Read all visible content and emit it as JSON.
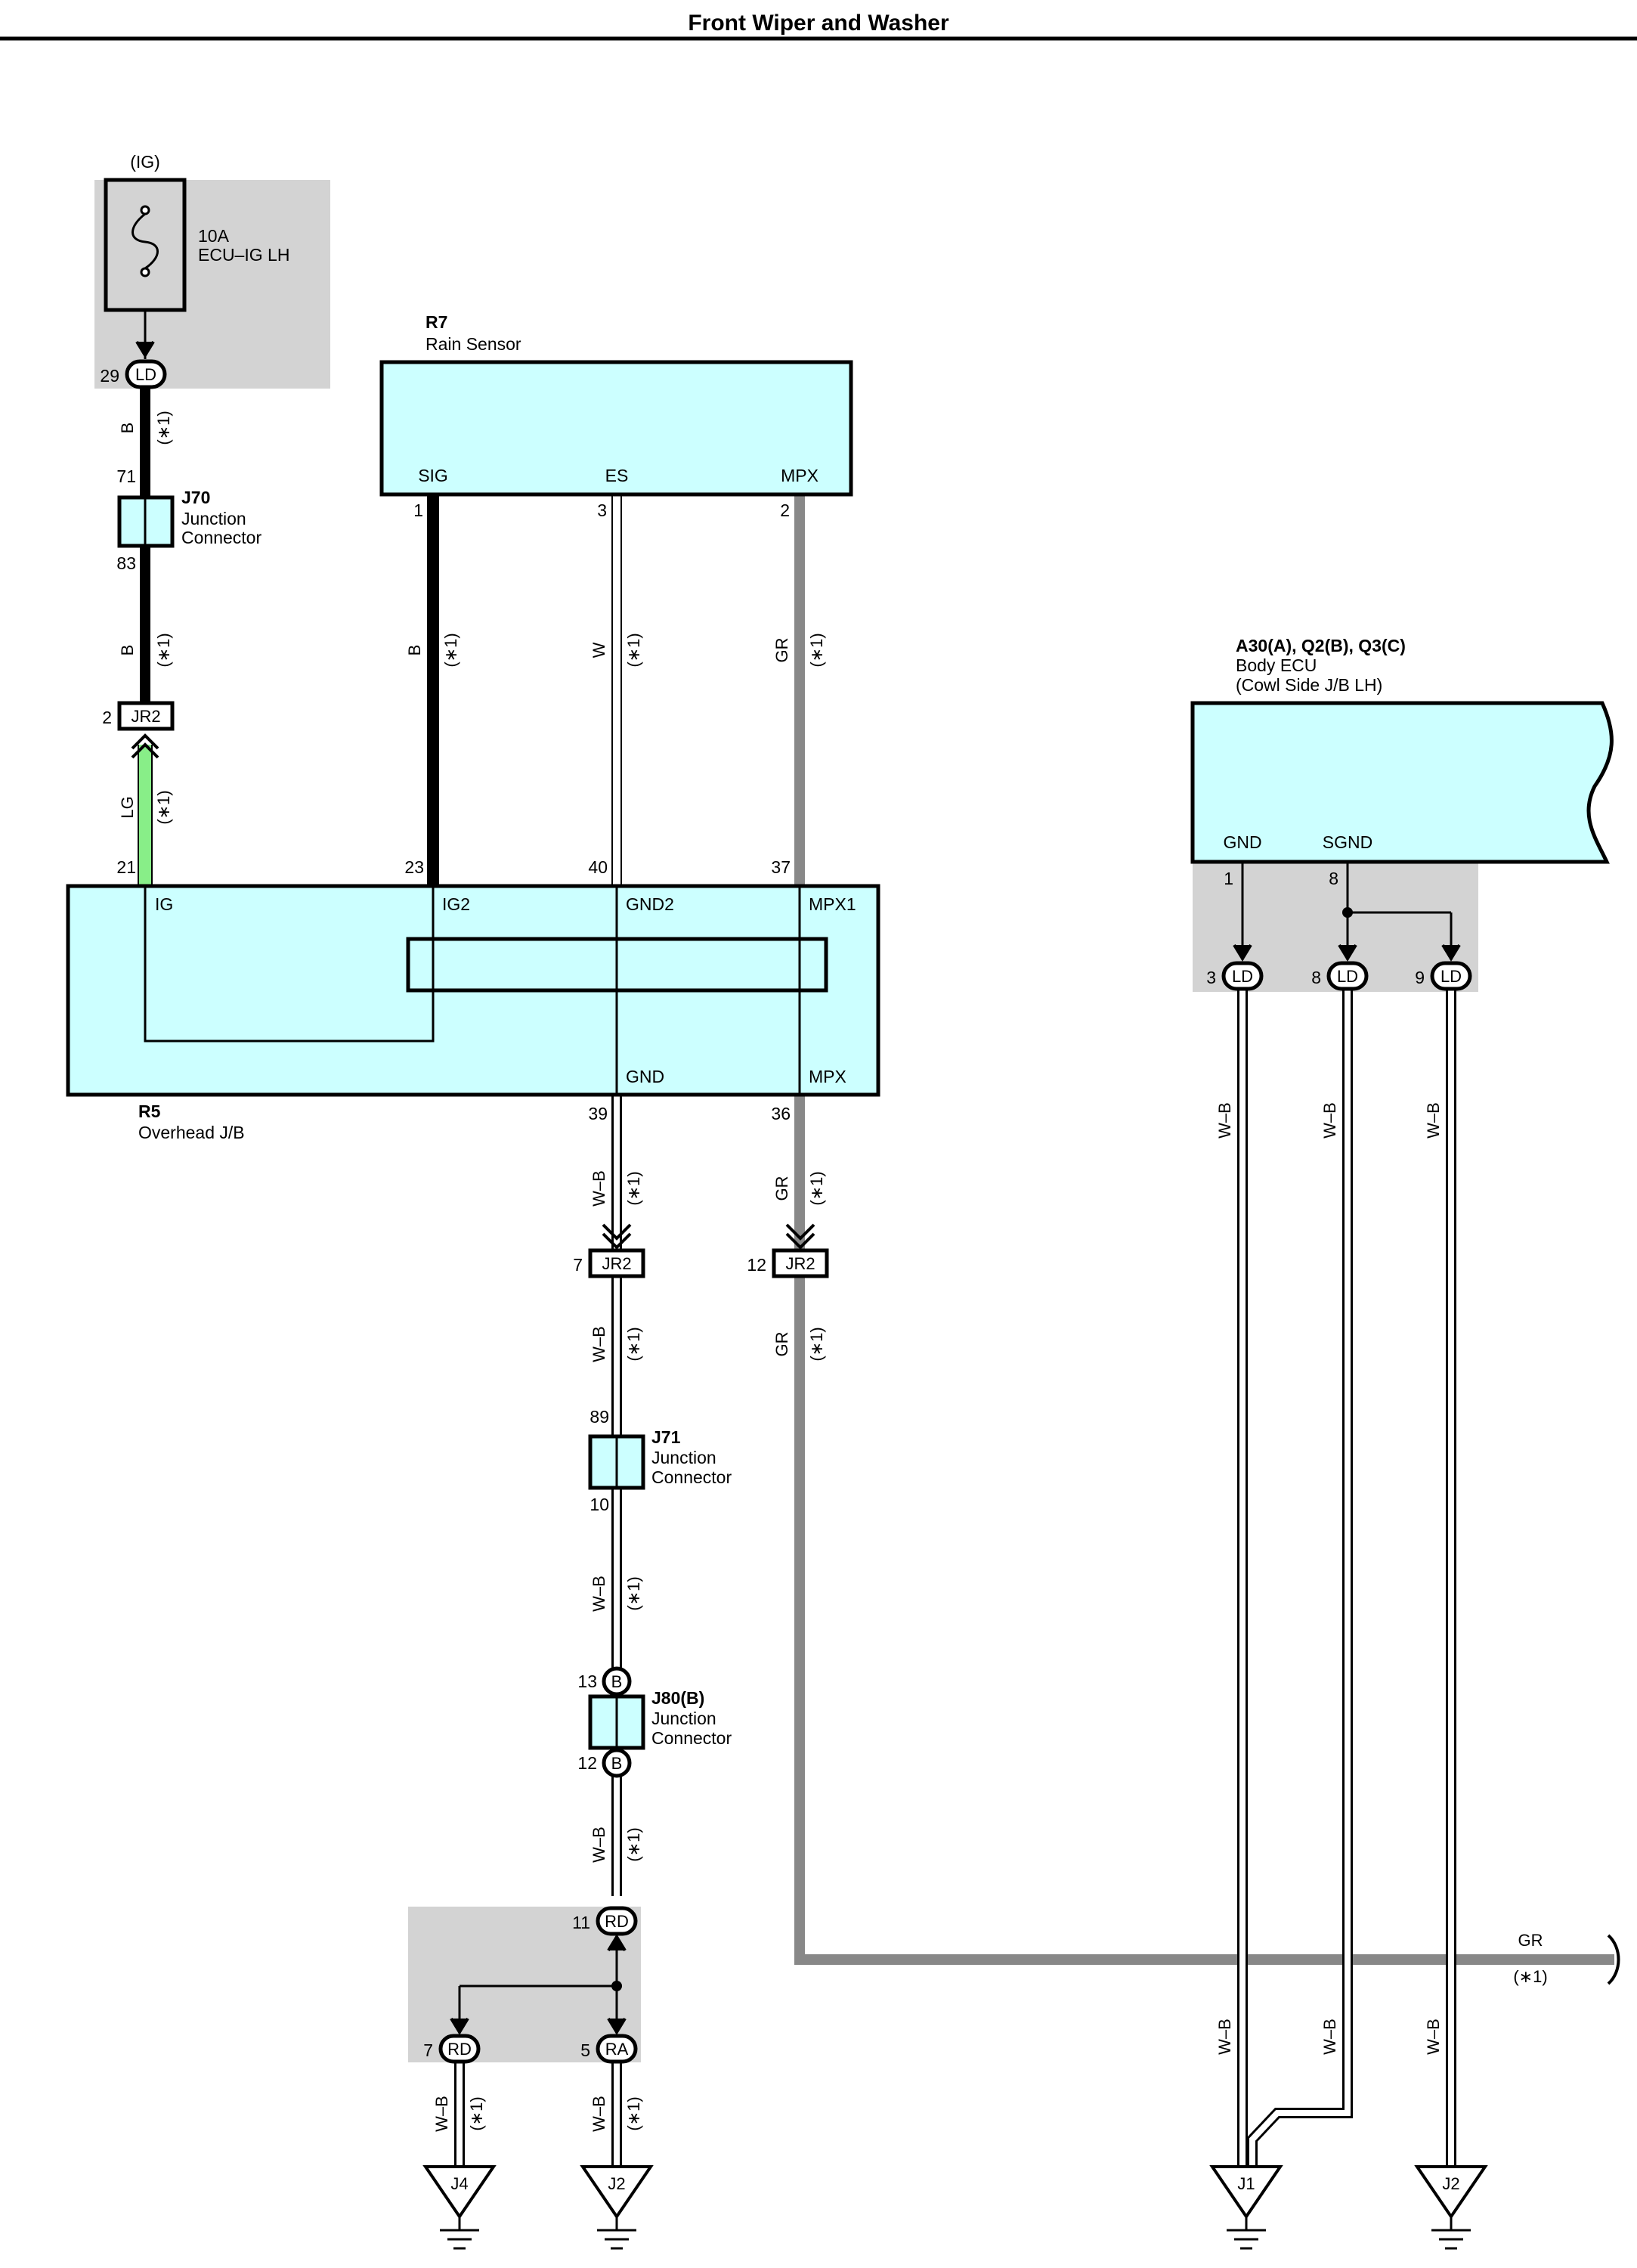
{
  "title": "Front Wiper and Washer",
  "colors": {
    "component_fill": "#ccffff",
    "shade": "#d3d3d3",
    "lg_wire": "#88ee88",
    "gr_wire": "#888888",
    "black_wire": "#000000"
  },
  "fuse": {
    "source": "(IG)",
    "rating": "10A",
    "name": "ECU–IG LH"
  },
  "r7": {
    "code": "R7",
    "name": "Rain Sensor",
    "pins": {
      "sig": "SIG",
      "es": "ES",
      "mpx": "MPX"
    },
    "pin_no": {
      "sig": "1",
      "es": "3",
      "mpx": "2"
    }
  },
  "r5": {
    "code": "R5",
    "name": "Overhead J/B",
    "pins": {
      "ig": "IG",
      "ig2": "IG2",
      "gnd2": "GND2",
      "mpx1": "MPX1",
      "gnd": "GND",
      "mpx": "MPX"
    },
    "pin_no": {
      "ig": "21",
      "ig2": "23",
      "gnd2": "40",
      "mpx1": "37",
      "gnd": "39",
      "mpx": "36"
    }
  },
  "ecu": {
    "code": "A30(A), Q2(B), Q3(C)",
    "name": "Body ECU",
    "sub": "(Cowl Side J/B LH)",
    "pins": {
      "gnd": "GND",
      "sgnd": "SGND"
    },
    "pin_no": {
      "gnd": "1",
      "sgnd": "8"
    }
  },
  "j70": {
    "code": "J70",
    "l1": "Junction",
    "l2": "Connector",
    "pin_top": "71",
    "pin_bot": "83"
  },
  "j71": {
    "code": "J71",
    "l1": "Junction",
    "l2": "Connector",
    "pin_top": "89",
    "pin_bot": "10"
  },
  "j80": {
    "code": "J80(B)",
    "l1": "Junction",
    "l2": "Connector",
    "pin_top": "13",
    "pin_bot": "12",
    "letter": "B"
  },
  "connectors": {
    "ld29": {
      "num": "29",
      "name": "LD"
    },
    "jr2_2": {
      "num": "2",
      "name": "JR2"
    },
    "jr2_7": {
      "num": "7",
      "name": "JR2"
    },
    "jr2_12": {
      "num": "12",
      "name": "JR2"
    },
    "ld3": {
      "num": "3",
      "name": "LD"
    },
    "ld8": {
      "num": "8",
      "name": "LD"
    },
    "ld9": {
      "num": "9",
      "name": "LD"
    },
    "rd11": {
      "num": "11",
      "name": "RD"
    },
    "rd7": {
      "num": "7",
      "name": "RD"
    },
    "ra5": {
      "num": "5",
      "name": "RA"
    }
  },
  "wires": {
    "b": "B",
    "w": "W",
    "gr": "GR",
    "lg": "LG",
    "wb": "W–B",
    "note": "(∗1)"
  },
  "grounds": {
    "j4": "J4",
    "j2a": "J2",
    "j1": "J1",
    "j2b": "J2"
  }
}
